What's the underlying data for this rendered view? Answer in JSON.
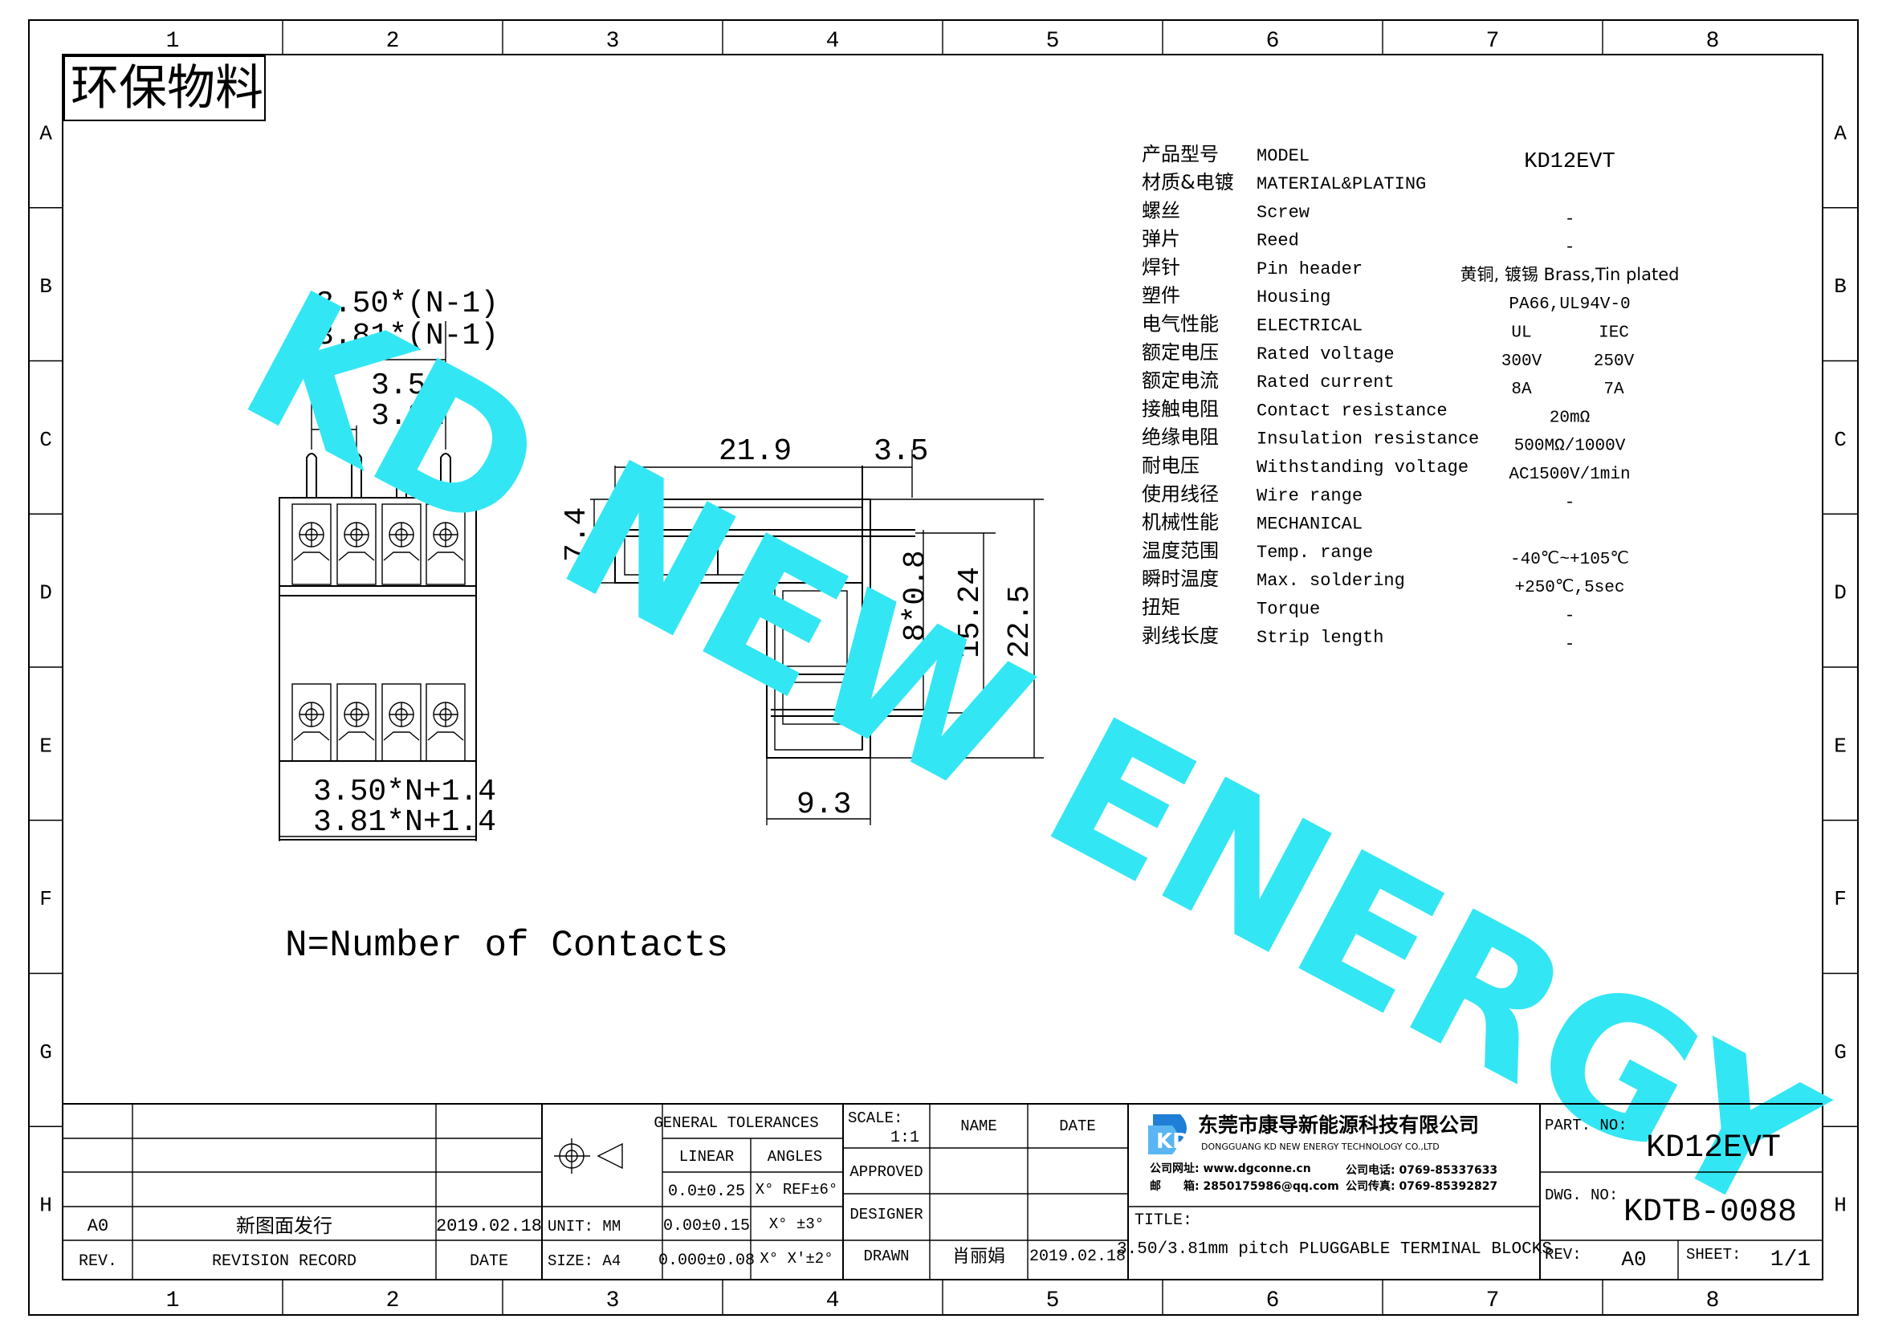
{
  "frame": {
    "col_labels": [
      "1",
      "2",
      "3",
      "4",
      "5",
      "6",
      "7",
      "8"
    ],
    "row_labels": [
      "A",
      "B",
      "C",
      "D",
      "E",
      "F",
      "G",
      "H"
    ]
  },
  "stamp": "环保物料",
  "watermark": "KD NEW ENERGY",
  "front_view": {
    "dim_pitch_n1_a": "3.50*(N-1)",
    "dim_pitch_n1_b": "3.81*(N-1)",
    "dim_pitch_a": "3.50",
    "dim_pitch_b": "3.81",
    "dim_width_a": "3.50*N+1.4",
    "dim_width_b": "3.81*N+1.4"
  },
  "side_view": {
    "dim_21_9": "21.9",
    "dim_3_5": "3.5",
    "dim_7_4": "7.4",
    "dim_0_8": "0.8*0.8",
    "dim_15_24": "15.24",
    "dim_22_5": "22.5",
    "dim_9_3": "9.3"
  },
  "note": "N=Number of Contacts",
  "spec": {
    "model_cn": "产品型号",
    "model_en": "MODEL",
    "model_val": "KD12EVT",
    "rows": [
      {
        "cn": "材质&电镀",
        "en": "MATERIAL&PLATING",
        "v1": "",
        "v2": ""
      },
      {
        "cn": "螺丝",
        "en": "Screw",
        "v1": "-",
        "v2": ""
      },
      {
        "cn": "弹片",
        "en": "Reed",
        "v1": "-",
        "v2": ""
      },
      {
        "cn": "焊针",
        "en": "Pin header",
        "v1": "黄铜, 镀锡 Brass,Tin plated",
        "v2": ""
      },
      {
        "cn": "塑件",
        "en": "Housing",
        "v1": "PA66,UL94V-0",
        "v2": ""
      },
      {
        "cn": "电气性能",
        "en": "ELECTRICAL",
        "v1": "UL",
        "v2": "IEC"
      },
      {
        "cn": "额定电压",
        "en": "Rated voltage",
        "v1": "300V",
        "v2": "250V"
      },
      {
        "cn": "额定电流",
        "en": "Rated current",
        "v1": "8A",
        "v2": "7A"
      },
      {
        "cn": "接触电阻",
        "en": "Contact resistance",
        "v1": "20mΩ",
        "v2": ""
      },
      {
        "cn": "绝缘电阻",
        "en": "Insulation resistance",
        "v1": "500MΩ/1000V",
        "v2": ""
      },
      {
        "cn": "耐电压",
        "en": "Withstanding voltage",
        "v1": "AC1500V/1min",
        "v2": ""
      },
      {
        "cn": "使用线径",
        "en": "Wire range",
        "v1": "-",
        "v2": ""
      },
      {
        "cn": "机械性能",
        "en": "MECHANICAL",
        "v1": "",
        "v2": ""
      },
      {
        "cn": "温度范围",
        "en": "Temp. range",
        "v1": "-40℃~+105℃",
        "v2": ""
      },
      {
        "cn": "瞬时温度",
        "en": "Max. soldering",
        "v1": "+250℃,5sec",
        "v2": ""
      },
      {
        "cn": "扭矩",
        "en": "Torque",
        "v1": "-",
        "v2": ""
      },
      {
        "cn": "剥线长度",
        "en": "Strip length",
        "v1": "-",
        "v2": ""
      }
    ]
  },
  "titleblock": {
    "rev_a0": "A0",
    "rev_record_val": "新图面发行",
    "rev_date_val": "2019.02.18",
    "rev_label": "REV.",
    "rev_record_label": "REVISION RECORD",
    "date_label": "DATE",
    "general_tol": "GENERAL TOLERANCES",
    "linear": "LINEAR",
    "angles": "ANGLES",
    "tol1": "0.0±0.25",
    "tol2": "0.00±0.15",
    "tol3": "0.000±0.08",
    "ang1": "X° REF±6°",
    "ang2": "X° ±3°",
    "ang3": "X° X'±2°",
    "unit": "UNIT: MM",
    "size": "SIZE: A4",
    "scale_label": "SCALE:",
    "scale_val": "1:1",
    "approved": "APPROVED",
    "designer": "DESIGNER",
    "drawn": "DRAWN",
    "name_label": "NAME",
    "date_label2": "DATE",
    "drawn_name": "肖丽娟",
    "drawn_date": "2019.02.18",
    "company_cn": "东莞市康导新能源科技有限公司",
    "company_en": "DONGGUANG KD NEW ENERGY TECHNOLOGY CO.,LTD",
    "website": "公司网址: www.dgconne.cn",
    "phone": "公司电话: 0769-85337633",
    "email": "邮　　箱: 2850175986@qq.com",
    "fax": "公司传真: 0769-85392827",
    "title_label": "TITLE:",
    "title_val": "3.50/3.81mm pitch PLUGGABLE TERMINAL BLOCKS",
    "part_label": "PART. NO:",
    "part_val": "KD12EVT",
    "dwg_label": "DWG. NO:",
    "dwg_val": "KDTB-0088",
    "rev_label2": "REV:",
    "rev_val": "A0",
    "sheet_label": "SHEET:",
    "sheet_val": "1/1"
  }
}
